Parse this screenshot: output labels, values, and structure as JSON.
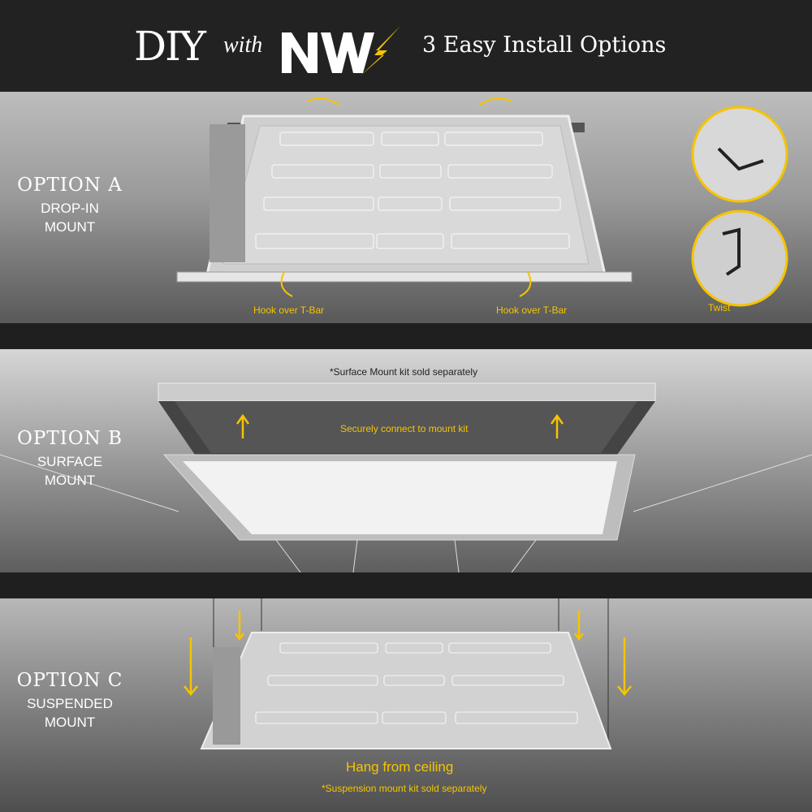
{
  "header": {
    "diy": "DIY",
    "with": "with",
    "brand": "NW",
    "tagline": "3 Easy Install Options"
  },
  "options": [
    {
      "title": "OPTION A",
      "sub1": "DROP-IN",
      "sub2": "MOUNT",
      "captions": [
        "Hook over T-Bar",
        "Hook over T-Bar",
        "Twist"
      ]
    },
    {
      "title": "OPTION B",
      "sub1": "SURFACE",
      "sub2": "MOUNT",
      "note": "*Surface Mount kit sold separately",
      "caption": "Securely connect to mount kit"
    },
    {
      "title": "OPTION C",
      "sub1": "SUSPENDED",
      "sub2": "MOUNT",
      "caption": "Hang from ceiling",
      "note": "*Suspension mount kit sold separately"
    }
  ],
  "colors": {
    "accent": "#f5c400",
    "header_bg": "#222222"
  }
}
